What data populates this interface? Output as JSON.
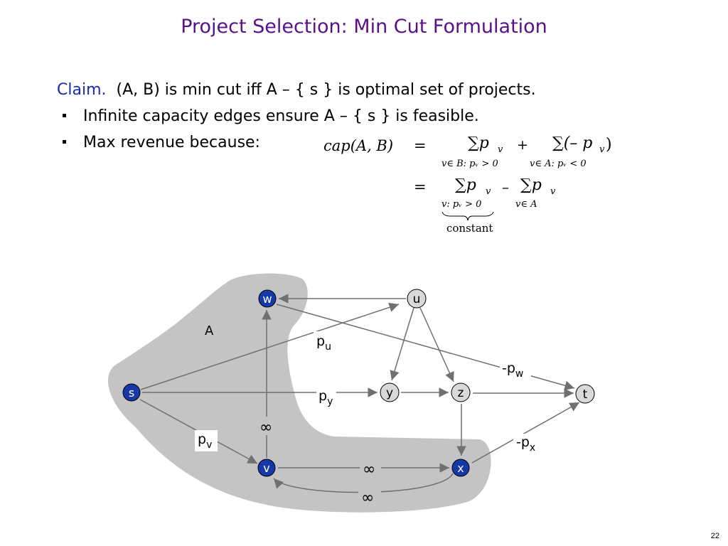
{
  "slide": {
    "title": "Project Selection:  Min Cut Formulation",
    "claim_label": "Claim.",
    "claim_text": "(A, B) is min cut iff A – { s } is optimal set of projects.",
    "bullets": [
      "Infinite capacity edges ensure A – { s } is feasible.",
      "Max revenue because:"
    ],
    "page_number": "22"
  },
  "formula": {
    "lhs": "cap(A,  B)",
    "eq": "=",
    "term1": "∑p",
    "term1_sub": "v",
    "term1_under": "v∈ B: pᵥ > 0",
    "plus": "+",
    "term2": "∑(– p",
    "term2_sub": "v",
    "term2_close": ")",
    "term2_under": "v∈ A: pᵥ < 0",
    "eq2": "=",
    "term3": "∑p",
    "term3_sub": "v",
    "term3_under": "v: pᵥ > 0",
    "minus": "–",
    "term4": "∑p",
    "term4_sub": "v",
    "term4_under": "v∈ A",
    "brace_label": "constant"
  },
  "graph": {
    "region_label": "A",
    "nodes": {
      "s": "s",
      "w": "w",
      "v": "v",
      "u": "u",
      "y": "y",
      "z": "z",
      "x": "x",
      "t": "t"
    },
    "edge_labels": {
      "pu_main": "p",
      "pu_sub": "u",
      "py_main": "p",
      "py_sub": "y",
      "pv_main": "p",
      "pv_sub": "v",
      "pw_main": "-p",
      "pw_sub": "w",
      "px_main": "-p",
      "px_sub": "x",
      "inf_vw": "∞",
      "inf_vx": "∞",
      "inf_xv": "∞"
    },
    "colors": {
      "region": "#c4c4c4",
      "node_in_a": "#1638a8",
      "node_out_a": "#d9d9d9",
      "edge": "#707070"
    }
  }
}
